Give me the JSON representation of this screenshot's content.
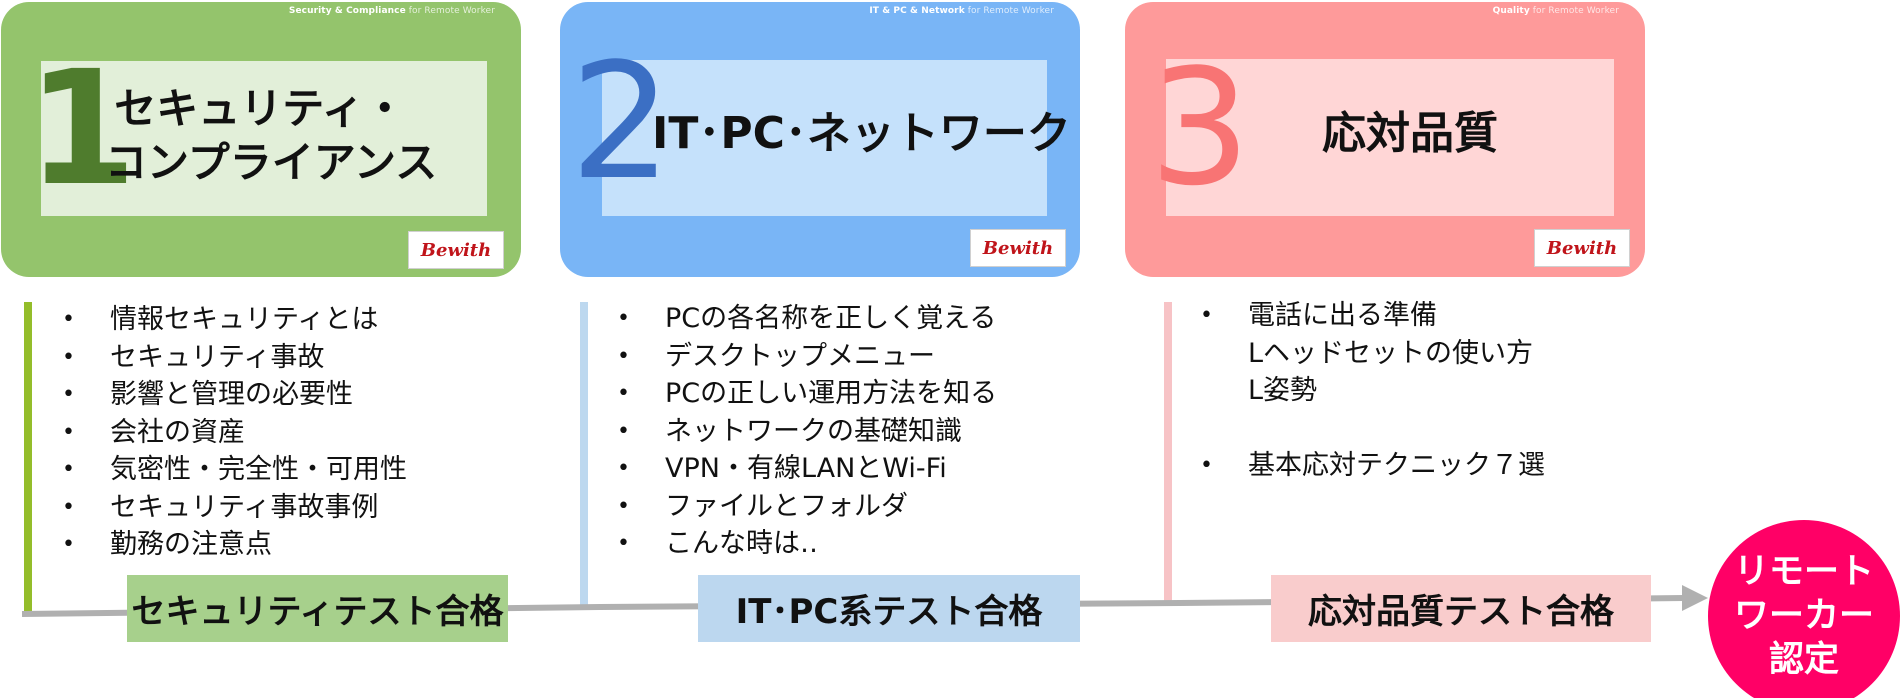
{
  "cards": [
    {
      "number": "1",
      "caption_bold": "Security & Compliance",
      "caption_light": "for Remote Worker",
      "title_lines": [
        "セキュリティ・",
        "コンプライアンス"
      ],
      "logo": "Bewith"
    },
    {
      "number": "2",
      "caption_bold": "IT & PC & Network",
      "caption_light": "for Remote Worker",
      "title_lines": [
        "IT･PC･ネットワーク"
      ],
      "logo": "Bewith"
    },
    {
      "number": "3",
      "caption_bold": "Quality",
      "caption_light": "for Remote Worker",
      "title_lines": [
        "応対品質"
      ],
      "logo": "Bewith"
    }
  ],
  "topics": [
    [
      "情報セキュリティとは",
      "セキュリティ事故",
      "影響と管理の必要性",
      "会社の資産",
      "気密性・完全性・可用性",
      "セキュリティ事故事例",
      "勤務の注意点"
    ],
    [
      "PCの各名称を正しく覚える",
      "デスクトップメニュー",
      "PCの正しい運用方法を知る",
      "ネットワークの基礎知識",
      "VPN・有線LANとWi-Fi",
      "ファイルとフォルダ",
      "こんな時は‥"
    ],
    [
      "電話に出る準備",
      "Lヘッドセットの使い方",
      "L姿勢",
      "基本応対テクニック７選"
    ]
  ],
  "tests": [
    "セキュリティテスト合格",
    "IT･PC系テスト合格",
    "応対品質テスト合格"
  ],
  "certification": {
    "lines": [
      "リモート",
      "ワーカー",
      "認定"
    ]
  },
  "colors": {
    "card1": "#94c46c",
    "card2": "#79b5f6",
    "card3": "#fe9a9a",
    "timeline": "#b0b0b0",
    "cert": "#ff0066",
    "logo_text": "#c0141a"
  }
}
